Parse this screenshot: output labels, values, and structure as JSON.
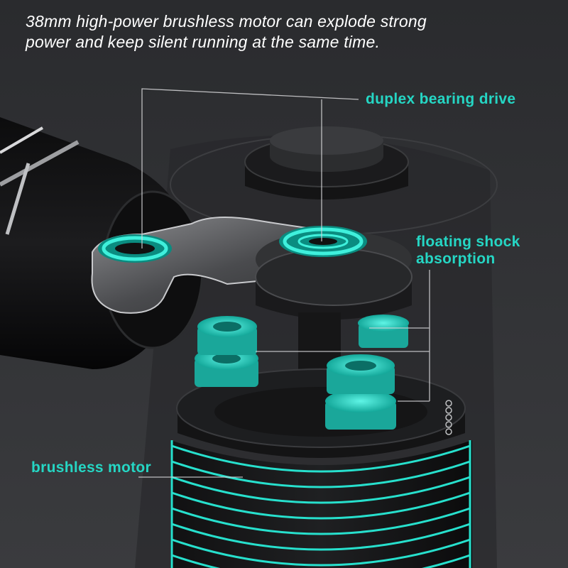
{
  "headline": {
    "line1": "38mm high-power brushless motor can explode strong",
    "line2": "power and keep silent running at the same time."
  },
  "callouts": {
    "bearing_drive": "duplex bearing drive",
    "floating_shock_line1": "floating shock",
    "floating_shock_line2": "absorption",
    "brushless_motor": "brushless motor"
  },
  "colors": {
    "background": "#2f3033",
    "accent_teal": "#25d6c4",
    "text_white": "#ffffff"
  }
}
